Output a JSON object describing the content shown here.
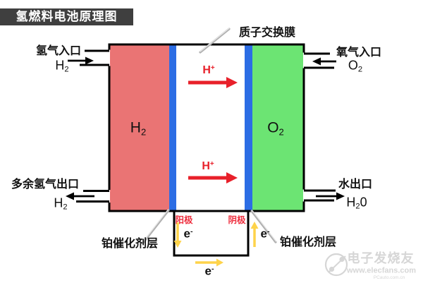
{
  "title": "氢燃料电池原理图",
  "membrane_label": "质子交换膜",
  "left": {
    "inlet_label": "氢气入口",
    "outlet_label": "多余氢气出口",
    "catalyst_label": "铂催化剂层",
    "electrode_label": "阳极"
  },
  "right": {
    "inlet_label": "氧气入口",
    "outlet_label": "水出口",
    "catalyst_label": "铂催化剂层",
    "electrode_label": "阴极"
  },
  "formulas": {
    "h2": {
      "base": "H",
      "sub": "2"
    },
    "o2": {
      "base": "O",
      "sub": "2"
    },
    "h20": {
      "base": "H",
      "sub": "2",
      "tail": "0"
    },
    "h_plus": {
      "base": "H",
      "sup": "+"
    },
    "e_minus": {
      "base": "e",
      "sup": "-"
    }
  },
  "watermark": {
    "brand": "电子发烧友",
    "url": "www.elecfans.com",
    "subtext": "PCauto.com.cn"
  },
  "colors": {
    "title_bg": "#3f3f3f",
    "hydrogen_red": "#ea7474",
    "oxygen_green": "#6ce473",
    "catalyst_blue": "#2c6de4",
    "proton_red": "#e8202a",
    "electrode_red": "#ee2f3f",
    "electron_yellow": "#fed34a",
    "pointer_silver": "#b0b0b0",
    "watermark_gray": "#d6d6d6"
  }
}
